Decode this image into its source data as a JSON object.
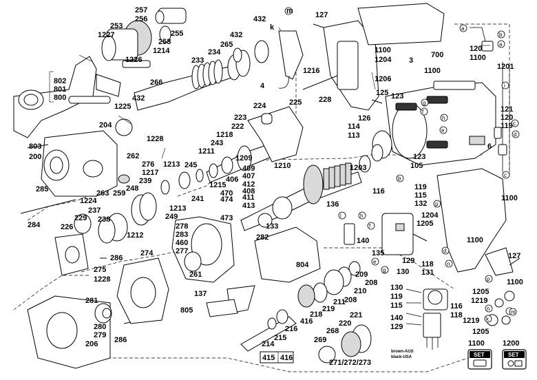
{
  "labels": {
    "l257": "257",
    "l256": "256",
    "l1227": "1227",
    "l253": "253",
    "l255": "255",
    "l258": "258",
    "l1214": "1214",
    "l1226": "1226",
    "l432a": "432",
    "l432b": "432",
    "l265": "265",
    "l234": "234",
    "l233": "233",
    "l266": "266",
    "l432c": "432",
    "l1225": "1225",
    "l802": "802",
    "l801": "801",
    "l800": "800",
    "l204": "204",
    "l1228a": "1228",
    "l803": "803",
    "l200": "200",
    "l262": "262",
    "l276": "276",
    "l1213a": "1213",
    "l1217": "1217",
    "l245": "245",
    "l239": "239",
    "l1213b": "1213",
    "l248": "248",
    "l1224": "1224",
    "l259": "259",
    "l263": "263",
    "l237": "237",
    "l238": "238",
    "l285": "285",
    "l284": "284",
    "l229": "229",
    "l226": "226",
    "l1212": "1212",
    "l249": "249",
    "l241": "241",
    "l1215": "1215",
    "l278": "278",
    "l283": "283",
    "l460": "460",
    "l277": "277",
    "l274": "274",
    "l275": "275",
    "l286a": "286",
    "l1228b": "1228",
    "l261": "261",
    "l137": "137",
    "l281": "281",
    "l280": "280",
    "l279": "279",
    "l286b": "286",
    "l206": "206",
    "l805": "805",
    "l804": "804",
    "l282": "282",
    "l133": "133",
    "l413": "413",
    "l411": "411",
    "l474": "474",
    "l470": "470",
    "l473": "473",
    "l406": "406",
    "l412": "412",
    "l408": "408",
    "l407": "407",
    "l409": "409",
    "l1210": "1210",
    "l1209": "1209",
    "l1211": "1211",
    "l243": "243",
    "l1218": "1218",
    "l222": "222",
    "l223": "223",
    "l224": "224",
    "l225": "225",
    "l228": "228",
    "l1216": "1216",
    "l4": "4",
    "lm1": "m",
    "lk": "k",
    "l127a": "127",
    "l1100a": "1100",
    "l1204a": "1204",
    "l1206": "1206",
    "l125": "125",
    "l126": "126",
    "l114": "114",
    "l113": "113",
    "l1203": "1203",
    "l123a": "123",
    "l123b": "123",
    "l105": "105",
    "l3": "3",
    "l1100b": "1100",
    "l700": "700",
    "la1": "a",
    "lb1": "b",
    "la2": "a",
    "l120a": "120",
    "l1100c": "1100",
    "l1201": "1201",
    "lg": "g",
    "lh": "h",
    "le1": "e",
    "lf1": "f",
    "li": "i",
    "lc1": "c",
    "ld1": "d",
    "l121": "121",
    "l120b": "120",
    "l119a": "119",
    "l6": "6",
    "lc2": "c",
    "l136": "136",
    "l116a": "116",
    "lb2": "b",
    "l119b": "119",
    "l115a": "115",
    "l132": "132",
    "lp1": "p",
    "l1204b": "1204",
    "l1205a": "1205",
    "l1100d": "1100",
    "l140a": "140",
    "l135": "135",
    "le2": "e",
    "lf2": "f",
    "lh2": "h",
    "li2": "i",
    "lg2": "g",
    "l129a": "129",
    "l130a": "130",
    "l118a": "118",
    "l131": "131",
    "ln1": "n",
    "ld2": "d",
    "l1100e": "1100",
    "l127b": "127",
    "l1100f": "1100",
    "l209": "209",
    "l208a": "208",
    "l210": "210",
    "l208b": "208",
    "l211": "211",
    "l218": "218",
    "l219": "219",
    "l416a": "416",
    "l216": "216",
    "l215": "215",
    "l214": "214",
    "l221": "221",
    "l220": "220",
    "l268": "268",
    "l269": "269",
    "l415": "415",
    "l416b": "416",
    "l271": "271/272/273",
    "l130b": "130",
    "l119c": "119",
    "l115b": "115",
    "l140b": "140",
    "l129b": "129",
    "l116b": "116",
    "l118b": "118",
    "lp2": "p",
    "l1205b": "1205",
    "l1219a": "1219",
    "l1219b": "1219",
    "lm2": "m",
    "ln2": "n",
    "lk2": "k",
    "l1205c": "1205"
  },
  "wiring_note": {
    "line1": "brown-AUS",
    "line2": "black-USA"
  },
  "sets": [
    {
      "number": "1100",
      "badge": "SET"
    },
    {
      "number": "1200",
      "badge": "SET"
    }
  ]
}
